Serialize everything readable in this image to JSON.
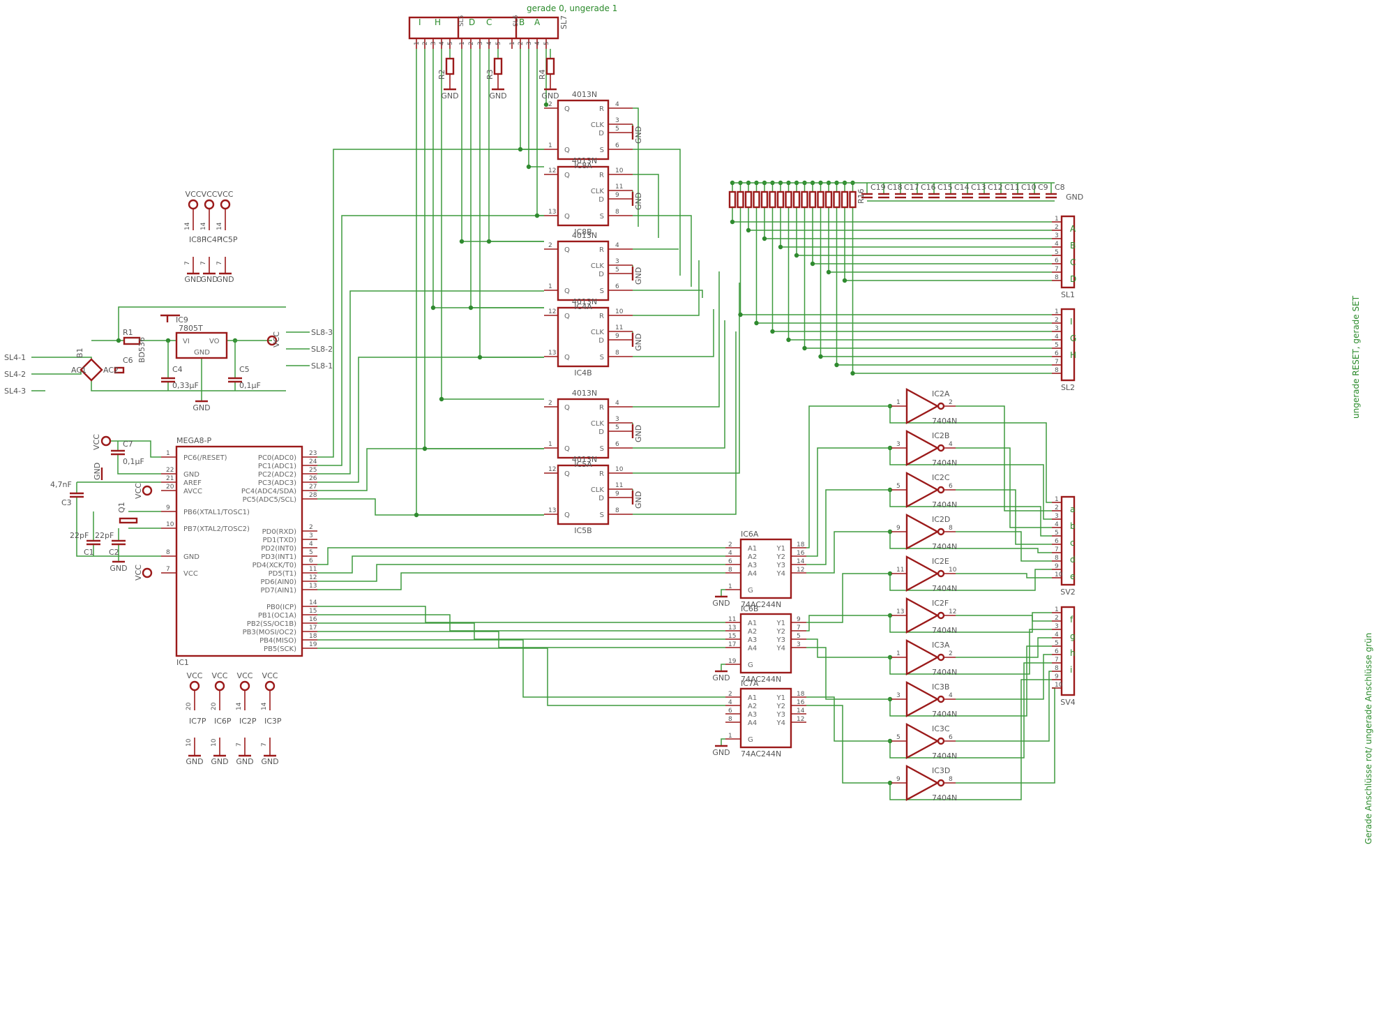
{
  "top_note": "gerade 0, ungerade 1",
  "side_note_sl": "ungerade RESET, gerade SET",
  "side_note_sv": "Gerade Anschlüsse rot/ ungerade Anschlüsse grün",
  "labels": {
    "vcc": "VCC",
    "gnd": "GND",
    "mega_name": "MEGA8-P",
    "ic1": "IC1",
    "ic9": "IC9",
    "reg": "7805T",
    "bd": "BD536",
    "b1": "B1",
    "r1": "R1",
    "c3": "C3",
    "c3_val": "4,7nF",
    "c4": "C4",
    "c4_val": "0,33µF",
    "c5": "C5",
    "c5_val": "0,1µF",
    "c6": "C6",
    "c7": "C7",
    "c7_val": "0,1µF",
    "c1": "C1",
    "c2": "C2",
    "c22": "22pF",
    "q1": "Q1",
    "ac1": "AC1",
    "ac2": "AC2",
    "vi": "VI",
    "vo": "VO",
    "sl7": "SL7",
    "sl5": "SL5",
    "sl6": "SL6",
    "sl1": "SL1",
    "sl2": "SL2",
    "sv2": "SV2",
    "sv4": "SV4",
    "r2": "R2",
    "r3": "R3",
    "r4": "R4",
    "r16": "R16",
    "ic8p": "IC8P",
    "ic4p": "IC4P",
    "ic5p": "IC5P",
    "ic7p": "IC7P",
    "ic6p": "IC6P",
    "ic2p": "IC2P",
    "ic3p": "IC3P"
  },
  "header_letters": [
    "I",
    "H",
    "D",
    "C",
    "B",
    "A"
  ],
  "sl4": [
    "SL4-1",
    "SL4-2",
    "SL4-3"
  ],
  "sl8": [
    "SL8-3",
    "SL8-2",
    "SL8-1"
  ],
  "mega_left": [
    {
      "pin": "1",
      "name": "PC6(/RESET)"
    },
    {
      "pin": "22",
      "name": "GND"
    },
    {
      "pin": "21",
      "name": "AREF"
    },
    {
      "pin": "20",
      "name": "AVCC"
    },
    {
      "pin": "9",
      "name": "PB6(XTAL1/TOSC1)"
    },
    {
      "pin": "10",
      "name": "PB7(XTAL2/TOSC2)"
    },
    {
      "pin": "8",
      "name": "GND"
    },
    {
      "pin": "7",
      "name": "VCC"
    }
  ],
  "mega_right": [
    {
      "pin": "23",
      "name": "PC0(ADC0)"
    },
    {
      "pin": "24",
      "name": "PC1(ADC1)"
    },
    {
      "pin": "25",
      "name": "PC2(ADC2)"
    },
    {
      "pin": "26",
      "name": "PC3(ADC3)"
    },
    {
      "pin": "27",
      "name": "PC4(ADC4/SDA)"
    },
    {
      "pin": "28",
      "name": "PC5(ADC5/SCL)"
    },
    {
      "pin": "2",
      "name": "PD0(RXD)"
    },
    {
      "pin": "3",
      "name": "PD1(TXD)"
    },
    {
      "pin": "4",
      "name": "PD2(INT0)"
    },
    {
      "pin": "5",
      "name": "PD3(INT1)"
    },
    {
      "pin": "6",
      "name": "PD4(XCK/T0)"
    },
    {
      "pin": "11",
      "name": "PD5(T1)"
    },
    {
      "pin": "12",
      "name": "PD6(AIN0)"
    },
    {
      "pin": "13",
      "name": "PD7(AIN1)"
    },
    {
      "pin": "14",
      "name": "PB0(ICP)"
    },
    {
      "pin": "15",
      "name": "PB1(OC1A)"
    },
    {
      "pin": "16",
      "name": "PB2(SS/OC1B)"
    },
    {
      "pin": "17",
      "name": "PB3(MOSI/OC2)"
    },
    {
      "pin": "18",
      "name": "PB4(MISO)"
    },
    {
      "pin": "19",
      "name": "PB5(SCK)"
    }
  ],
  "flipflops": [
    {
      "name": "IC8A",
      "type": "4013N",
      "pins": [
        "2",
        "1",
        "4",
        "3",
        "5",
        "6"
      ]
    },
    {
      "name": "IC8B",
      "type": "4013N",
      "pins": [
        "12",
        "13",
        "10",
        "11",
        "9",
        "8"
      ]
    },
    {
      "name": "IC4A",
      "type": "4013N",
      "pins": [
        "2",
        "1",
        "4",
        "3",
        "5",
        "6"
      ]
    },
    {
      "name": "IC4B",
      "type": "4013N",
      "pins": [
        "12",
        "13",
        "10",
        "11",
        "9",
        "8"
      ]
    },
    {
      "name": "IC5A",
      "type": "4013N",
      "pins": [
        "2",
        "1",
        "4",
        "3",
        "5",
        "6"
      ]
    },
    {
      "name": "IC5B",
      "type": "4013N",
      "pins": [
        "12",
        "13",
        "10",
        "11",
        "9",
        "8"
      ]
    }
  ],
  "ff_pin_names": [
    "Q",
    "Q",
    "R",
    "CLK",
    "D",
    "S"
  ],
  "inverters": [
    {
      "name": "IC2A",
      "type": "7404N",
      "in": "1",
      "out": "2"
    },
    {
      "name": "IC2B",
      "type": "7404N",
      "in": "3",
      "out": "4"
    },
    {
      "name": "IC2C",
      "type": "7404N",
      "in": "5",
      "out": "6"
    },
    {
      "name": "IC2D",
      "type": "7404N",
      "in": "9",
      "out": "8"
    },
    {
      "name": "IC2E",
      "type": "7404N",
      "in": "11",
      "out": "10"
    },
    {
      "name": "IC2F",
      "type": "7404N",
      "in": "13",
      "out": "12"
    },
    {
      "name": "IC3A",
      "type": "7404N",
      "in": "1",
      "out": "2"
    },
    {
      "name": "IC3B",
      "type": "7404N",
      "in": "3",
      "out": "4"
    },
    {
      "name": "IC3C",
      "type": "7404N",
      "in": "5",
      "out": "6"
    },
    {
      "name": "IC3D",
      "type": "7404N",
      "in": "9",
      "out": "8"
    }
  ],
  "buffers": [
    {
      "name": "IC6A",
      "type": "74AC244N",
      "inpins": [
        "2",
        "4",
        "6",
        "8"
      ],
      "outpins": [
        "18",
        "16",
        "14",
        "12"
      ],
      "gpin": "1"
    },
    {
      "name": "IC6B",
      "type": "74AC244N",
      "inpins": [
        "11",
        "13",
        "15",
        "17"
      ],
      "outpins": [
        "9",
        "7",
        "5",
        "3"
      ],
      "gpin": "19"
    },
    {
      "name": "IC7A",
      "type": "74AC244N",
      "inpins": [
        "2",
        "4",
        "6",
        "8"
      ],
      "outpins": [
        "18",
        "16",
        "14",
        "12"
      ],
      "gpin": "1"
    }
  ],
  "buf_in_names": [
    "A1",
    "A2",
    "A3",
    "A4"
  ],
  "buf_out_names": [
    "Y1",
    "Y2",
    "Y3",
    "Y4"
  ],
  "buf_g": "G",
  "sl1_letters": [
    "A",
    "B",
    "C",
    "D"
  ],
  "sl2_letters": [
    "I",
    "G",
    "H"
  ],
  "sv2_letters": [
    "a",
    "b",
    "c",
    "d",
    "e"
  ],
  "sv4_letters": [
    "f",
    "g",
    "h",
    "i"
  ],
  "cap_row": [
    "C19",
    "C18",
    "C17",
    "C16",
    "C15",
    "C14",
    "C13",
    "C12",
    "C11",
    "C10",
    "C9",
    "C8"
  ],
  "colors": {
    "component": "#9b1a1a",
    "wire": "#3d9a3d",
    "text": "#555555",
    "note": "#2a8a2a"
  }
}
